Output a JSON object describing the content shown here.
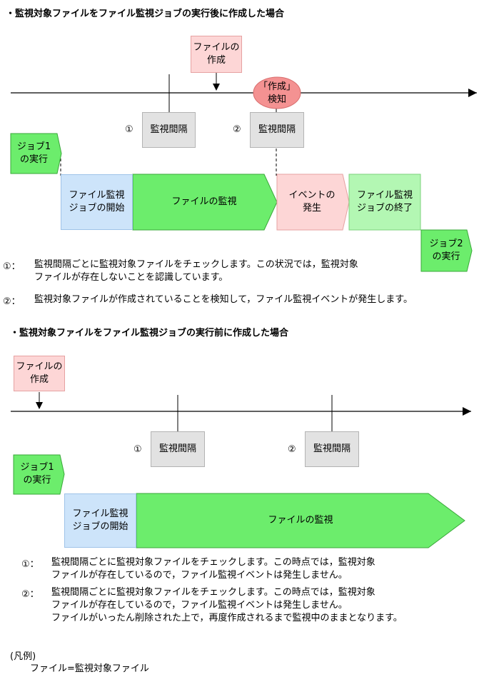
{
  "section1": {
    "heading": "・監視対象ファイルをファイル監視ジョブの実行後に作成した場合",
    "file_created": "ファイルの\n作成",
    "detect": "「作成」\n検知",
    "marker1": "①",
    "marker2": "②",
    "interval_label": "監視間隔",
    "job1": "ジョブ1\nの実行",
    "watch_start": "ファイル監視\nジョブの開始",
    "watching": "ファイルの監視",
    "event": "イベントの\n発生",
    "watch_end": "ファイル監視\nジョブの終了",
    "job2": "ジョブ2\nの実行",
    "notes": [
      {
        "num": "①：",
        "text": "監視間隔ごとに監視対象ファイルをチェックします。この状況では，監視対象\nファイルが存在しないことを認識しています。"
      },
      {
        "num": "②：",
        "text": "監視対象ファイルが作成されていることを検知して，ファイル監視イベントが発生します。"
      }
    ]
  },
  "section2": {
    "heading": "・監視対象ファイルをファイル監視ジョブの実行前に作成した場合",
    "file_created": "ファイルの\n作成",
    "marker1": "①",
    "marker2": "②",
    "interval_label": "監視間隔",
    "job1": "ジョブ1\nの実行",
    "watch_start": "ファイル監視\nジョブの開始",
    "watching": "ファイルの監視",
    "notes": [
      {
        "num": "①：",
        "text": "監視間隔ごとに監視対象ファイルをチェックします。この時点では，監視対象\nファイルが存在しているので，ファイル監視イベントは発生しません。"
      },
      {
        "num": "②：",
        "text": "監視間隔ごとに監視対象ファイルをチェックします。この時点では，監視対象\nファイルが存在しているので，ファイル監視イベントは発生しません。\nファイルがいったん削除された上で，再度作成されるまで監視中のままとなります。"
      }
    ]
  },
  "legend": {
    "title": "(凡例)",
    "text": "ファイル=監視対象ファイル"
  },
  "colors": {
    "green": "#6ced6c",
    "green_border": "#3aa83a",
    "light_green": "#b3f7b3",
    "pink": "#fdd6d6",
    "detect_red": "#f49292",
    "gray": "#e2e2e2",
    "blue": "#cde4fa"
  }
}
